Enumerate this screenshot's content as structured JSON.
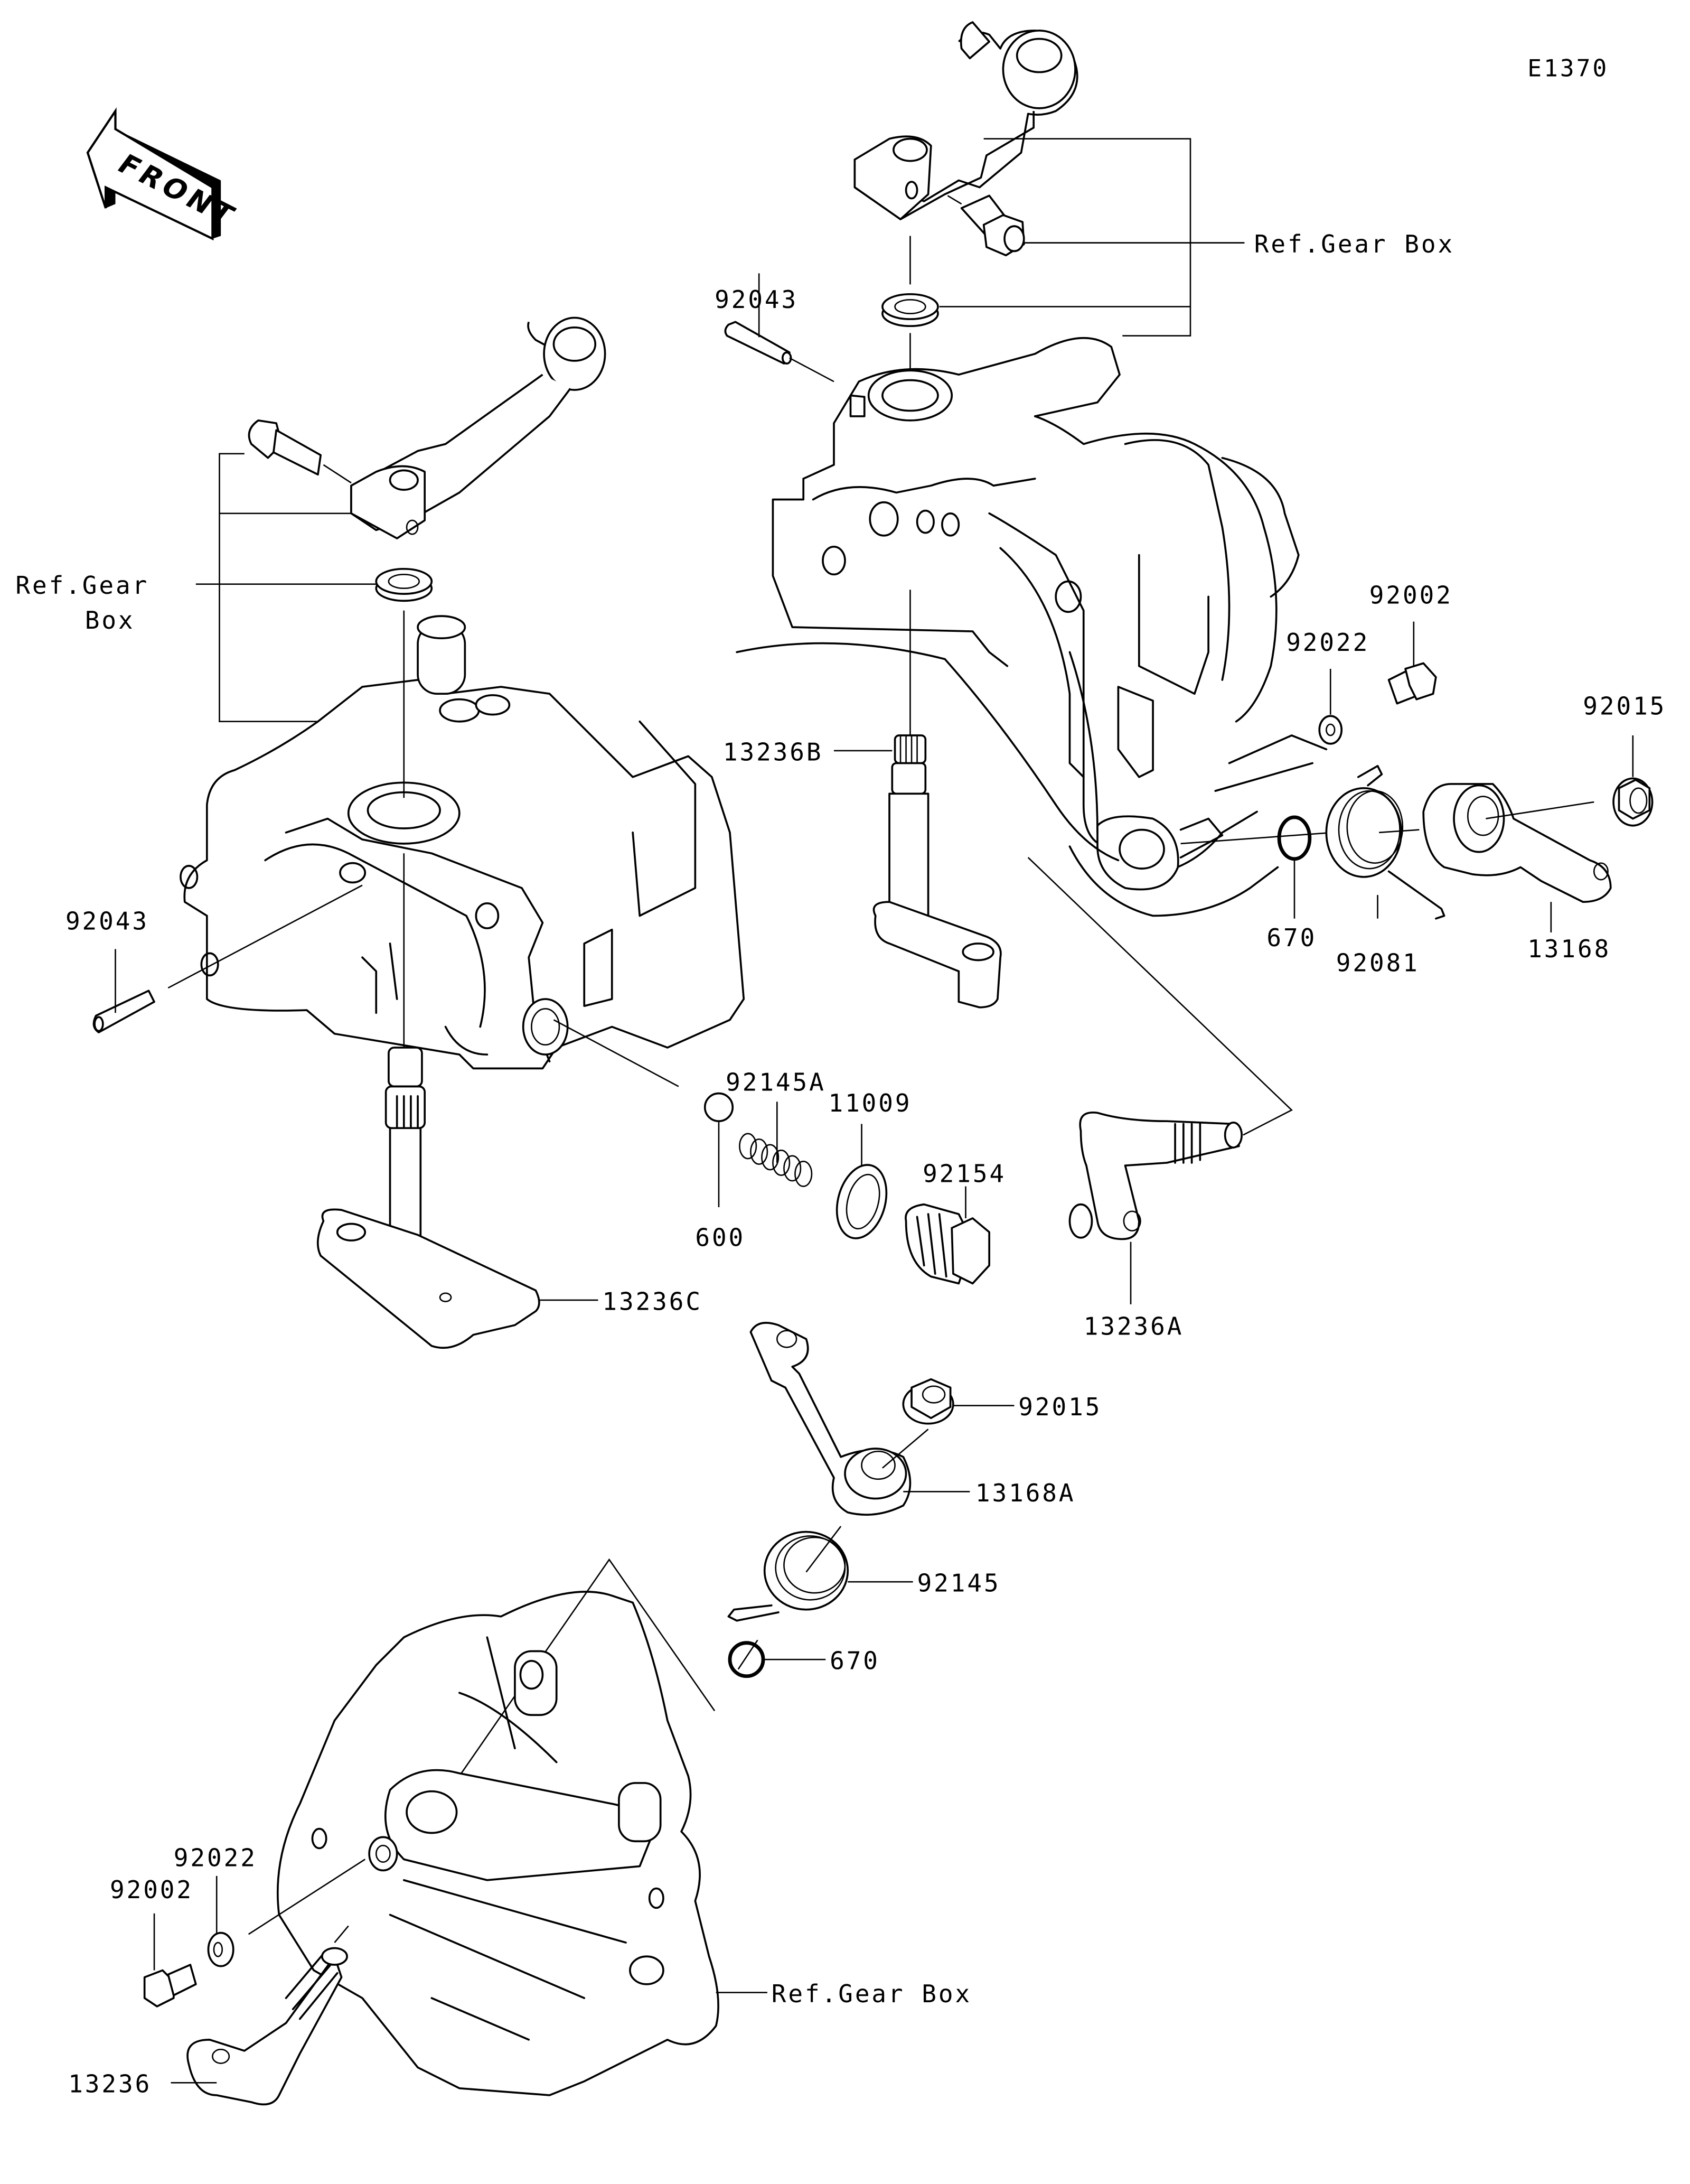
{
  "diagram": {
    "code": "E1370",
    "front_indicator": "FRONT",
    "reference_labels": {
      "top_right": "Ref.Gear Box",
      "left_line1": "Ref.Gear",
      "left_line2": "Box",
      "bottom": "Ref.Gear Box"
    },
    "part_labels": {
      "p92043_top": "92043",
      "p92043_left": "92043",
      "p92002_right": "92002",
      "p92022_right": "92022",
      "p92015_right": "92015",
      "p13236B": "13236B",
      "p670_right": "670",
      "p92081": "92081",
      "p13168": "13168",
      "p92145A": "92145A",
      "p11009": "11009",
      "p92154": "92154",
      "p600": "600",
      "p13236C": "13236C",
      "p13236A": "13236A",
      "p92015_mid": "92015",
      "p13168A": "13168A",
      "p92145": "92145",
      "p670_mid": "670",
      "p92022_left": "92022",
      "p92002_left": "92002",
      "p13236": "13236"
    }
  }
}
